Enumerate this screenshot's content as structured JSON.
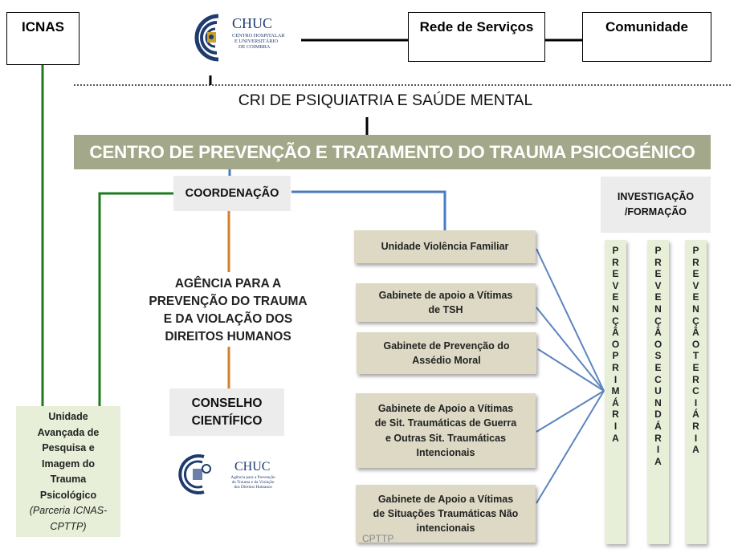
{
  "header": {
    "icnas": "ICNAS",
    "rede": "Rede de Serviços",
    "comunidade": "Comunidade",
    "chuc_logo": {
      "name": "CHUC",
      "line1": "CENTRO HOSPITALAR",
      "line2": "E UNIVERSITÁRIO",
      "line3": "DE COIMBRA"
    }
  },
  "cri_title": "CRI DE PSIQUIATRIA E SAÚDE MENTAL",
  "center_banner": "CENTRO DE PREVENÇÃO E TRATAMENTO DO TRAUMA PSICOGÉNICO",
  "coordenacao": "COORDENAÇÃO",
  "agencia": [
    "AGÊNCIA PARA A",
    "PREVENÇÃO DO TRAUMA",
    "E DA VIOLAÇÃO DOS",
    "DIREITOS HUMANOS"
  ],
  "conselho": [
    "CONSELHO",
    "CIENTÍFICO"
  ],
  "agency_logo": {
    "name": "CHUC",
    "line1": "Agência para a Prevenção",
    "line2": "do Trauma e da Violação",
    "line3": "dos Direitos Humanos"
  },
  "unidade_avancada": {
    "lines": [
      "Unidade",
      "Avançada de",
      "Pesquisa e",
      "Imagem do",
      "Trauma",
      "Psicológico"
    ],
    "parceria": [
      "(Parceria ICNAS-",
      "CPTTP)"
    ]
  },
  "units": [
    [
      "Unidade Violência Familiar"
    ],
    [
      "Gabinete de apoio a  Vítimas",
      "de TSH"
    ],
    [
      "Gabinete de Prevenção do",
      "Assédio Moral"
    ],
    [
      "Gabinete de Apoio a Vítimas",
      "de Sit. Traumáticas de Guerra",
      "e Outras Sit. Traumáticas",
      "Intencionais"
    ],
    [
      "Gabinete de Apoio a Vítimas",
      "de Situações Traumáticas Não",
      "intencionais"
    ]
  ],
  "investigacao": [
    "INVESTIGAÇÃO",
    "/FORMAÇÃO"
  ],
  "prevencao": [
    "PREVENÇÂOPRIMÁRIA",
    "PREVENÇÂOSECUNDÁRIA",
    "PREVENÇÂOTERCIÁRIA"
  ],
  "footer_label": "CPTTP",
  "colors": {
    "green": "#1e7a1e",
    "blue": "#4a7ac4",
    "orange": "#d2802a",
    "banner": "#a4a88a",
    "cream": "#ddd9c4",
    "bar": "#e8efd8"
  }
}
